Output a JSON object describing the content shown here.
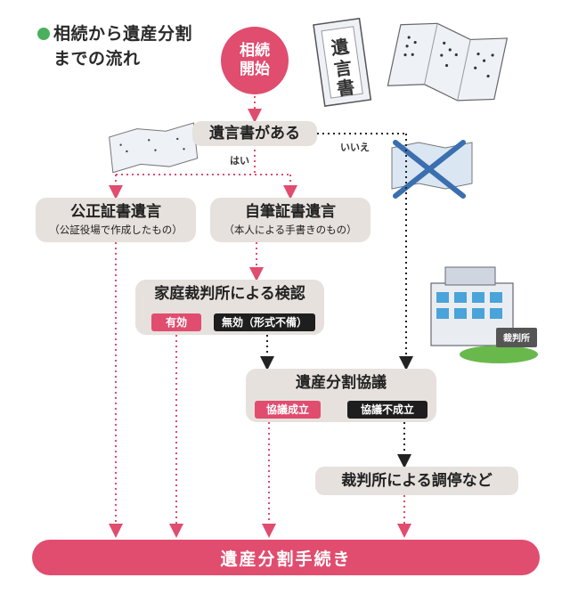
{
  "title": {
    "line1": "相続から遺産分割",
    "line2": "までの流れ"
  },
  "start": {
    "line1": "相続",
    "line2": "開始"
  },
  "will": {
    "label": "遺言書がある",
    "yes": "はい",
    "no": "いいえ"
  },
  "notarized": {
    "label": "公正証書遺言",
    "sub": "（公証役場で作成したもの）"
  },
  "holographic": {
    "label": "自筆証書遺言",
    "sub": "（本人による手書きのもの）"
  },
  "probate": {
    "label": "家庭裁判所による検認",
    "valid": "有効",
    "invalid": "無効（形式不備）"
  },
  "division": {
    "label": "遺産分割協議",
    "agreed": "協議成立",
    "not_agreed": "協議不成立"
  },
  "mediation": {
    "label": "裁判所による調停など"
  },
  "final": {
    "label": "遺産分割手続き"
  },
  "illustrations": {
    "will_document": "遺言書",
    "court_sign": "裁判所"
  },
  "colors": {
    "accent": "#e04d6f",
    "node": "#e6e1dd",
    "dark": "#1e1e1e",
    "dot": "#4bb05b",
    "cross": "#3a6fb0"
  }
}
